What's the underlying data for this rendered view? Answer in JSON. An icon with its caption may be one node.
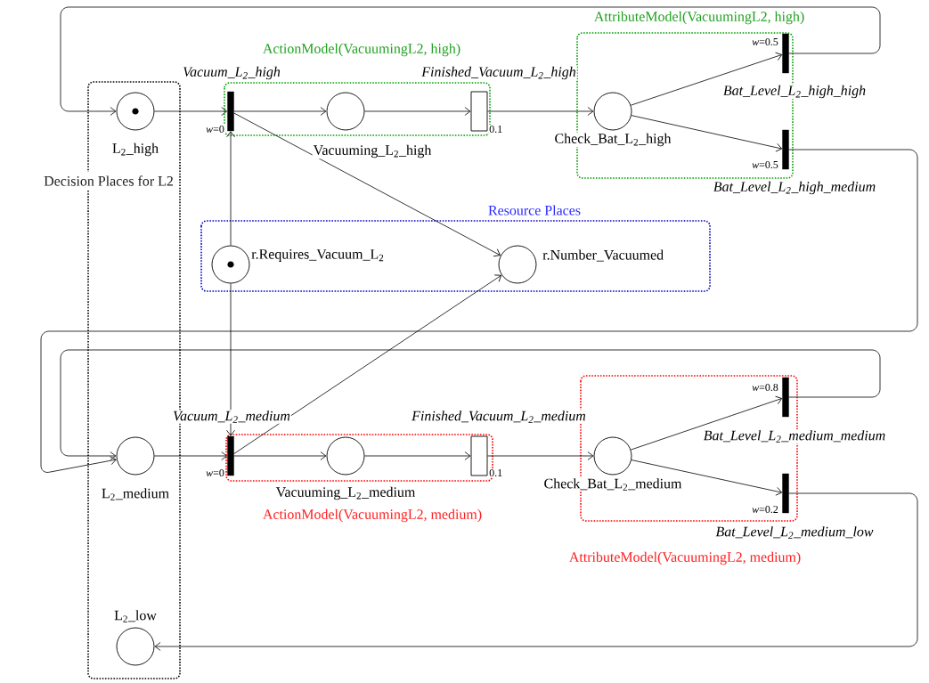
{
  "diagram": {
    "nodes": [
      {
        "text": [
          "Decision Places for L2"
        ]
      },
      {
        "text": [
          "L$_{2}$_high"
        ],
        "in": 0
      },
      {
        "text": [
          "L$_{2}$_medium"
        ],
        "in": 0
      },
      {
        "text": [
          "L$_{2}$_low"
        ],
        "in": 0
      },
      {
        "text": [
          "ActionModel(VacuumingL2, high)"
        ]
      },
      {
        "text": [
          "Vacuum_L$_{2}$_high"
        ],
        "beside": [
          "*w*=0"
        ],
        "in": 4
      },
      {
        "text": [
          "Vacuuming_L$_{2}$_high"
        ],
        "in": 4
      },
      {
        "text": [
          "Finished_Vacuum_L$_{2}$_high"
        ],
        "beside": [
          "0.1"
        ],
        "in": 4
      },
      {
        "text": [
          "AttributeModel(VacuumingL2, high)"
        ]
      },
      {
        "text": [
          "Check_Bat_L$_{2}$_high"
        ],
        "in": 8
      },
      {
        "text": [
          "Bat_Level_L$_{2}$_high_high"
        ],
        "beside": [
          "*w*=0.5"
        ],
        "in": 8
      },
      {
        "text": [
          "Bat_Level_L$_{2}$_high_medium"
        ],
        "beside": [
          "*w*=0.5"
        ],
        "in": 8
      },
      {
        "text": [
          "Resource Places"
        ]
      },
      {
        "text": [
          "r.Requires_Vacuum_L$_{2}$"
        ],
        "in": 12
      },
      {
        "text": [
          "r.Number_Vacuumed"
        ],
        "in": 12
      },
      {
        "text": [
          "ActionModel(VacuumingL2, medium)"
        ]
      },
      {
        "text": [
          "Vacuum_L$_{2}$_medium"
        ],
        "beside": [
          "*w*=0"
        ],
        "in": 15
      },
      {
        "text": [
          "Vacuuming_L$_{2}$_medium"
        ],
        "in": 15
      },
      {
        "text": [
          "Finished_Vacuum_L$_{2}$_medium"
        ],
        "beside": [
          "0.1"
        ],
        "in": 15
      },
      {
        "text": [
          "AttributeModel(VacuumingL2, medium)"
        ]
      },
      {
        "text": [
          "Check_Bat_L$_{2}$_medium"
        ],
        "in": 19
      },
      {
        "text": [
          "Bat_Level_L$_{2}$_medium_medium"
        ],
        "beside": [
          "*w*=0.8"
        ],
        "in": 19
      },
      {
        "text": [
          "Bat_Level_L$_{2}$_medium_low"
        ],
        "beside": [
          "*w*=0.2"
        ],
        "in": 19
      }
    ],
    "edges": [
      {
        "from": 1,
        "to": 5,
        "arrow": "to"
      },
      {
        "from": 5,
        "to": 6,
        "arrow": "to"
      },
      {
        "from": 6,
        "to": 7,
        "arrow": "to"
      },
      {
        "from": 7,
        "to": 9,
        "arrow": "to"
      },
      {
        "from": 9,
        "to": 10,
        "arrow": "to"
      },
      {
        "from": 9,
        "to": 11,
        "arrow": "to"
      },
      {
        "from": 10,
        "to": 1,
        "arrow": "to"
      },
      {
        "from": 11,
        "to": 2,
        "arrow": "to"
      },
      {
        "from": 13,
        "to": 5,
        "arrow": "to"
      },
      {
        "from": 5,
        "to": 14,
        "arrow": "to"
      },
      {
        "from": 2,
        "to": 16,
        "arrow": "to"
      },
      {
        "from": 16,
        "to": 17,
        "arrow": "to"
      },
      {
        "from": 17,
        "to": 18,
        "arrow": "to"
      },
      {
        "from": 18,
        "to": 20,
        "arrow": "to"
      },
      {
        "from": 20,
        "to": 21,
        "arrow": "to"
      },
      {
        "from": 20,
        "to": 22,
        "arrow": "to"
      },
      {
        "from": 21,
        "to": 2,
        "arrow": "to"
      },
      {
        "from": 22,
        "to": 3,
        "arrow": "to"
      },
      {
        "from": 13,
        "to": 16,
        "arrow": "to"
      },
      {
        "from": 16,
        "to": 14,
        "arrow": "to"
      }
    ]
  }
}
